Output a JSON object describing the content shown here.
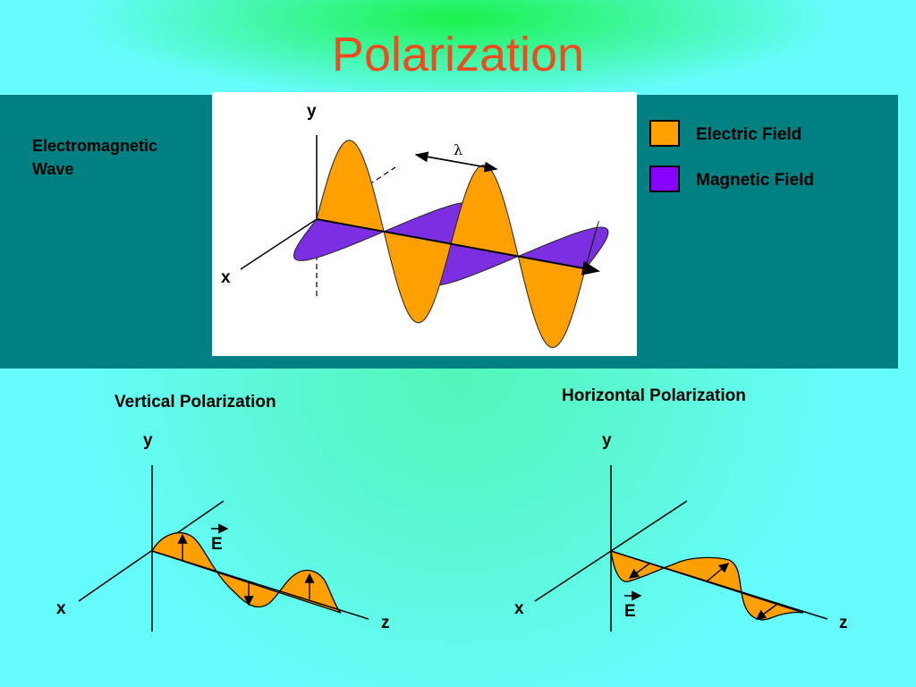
{
  "title": "Polarization",
  "em_wave_label": "Electromagnetic Wave",
  "wave_axes": {
    "y": "y",
    "x": "x",
    "lambda": "λ"
  },
  "legend": [
    {
      "label": "Electric Field",
      "color": "#ffa000"
    },
    {
      "label": "Magnetic Field",
      "color": "#8800ff"
    }
  ],
  "vertical": {
    "title": "Vertical Polarization",
    "y": "y",
    "x": "x",
    "z": "z",
    "e": "E"
  },
  "horizontal": {
    "title": "Horizontal Polarization",
    "y": "y",
    "x": "x",
    "z": "z",
    "e": "E"
  },
  "colors": {
    "electric": "#ffa000",
    "magnetic": "#7b2fe0",
    "panel": "#008080",
    "title": "#f04a1e"
  }
}
